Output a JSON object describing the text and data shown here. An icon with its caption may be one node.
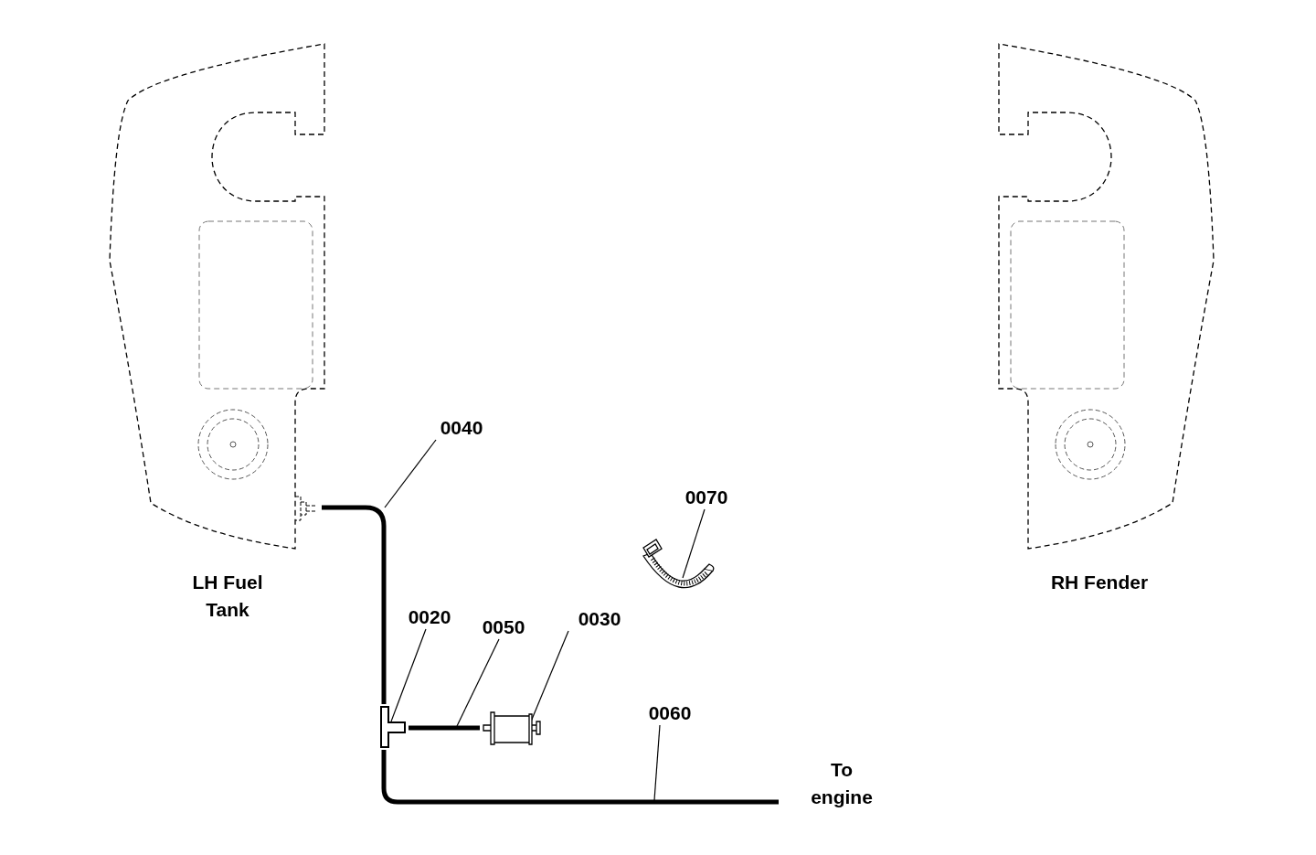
{
  "diagram": {
    "nodes": [
      {
        "text": [
          "0040"
        ]
      },
      {
        "text": [
          "0020"
        ]
      },
      {
        "text": [
          "0050"
        ]
      },
      {
        "text": [
          "0030"
        ]
      },
      {
        "text": [
          "0060"
        ]
      },
      {
        "text": [
          "0070"
        ]
      },
      {
        "text": [],
        "shape": "line"
      },
      {
        "text": [],
        "shape": "picture"
      },
      {
        "text": [],
        "shape": "line"
      },
      {
        "text": [],
        "shape": "picture"
      },
      {
        "text": [],
        "shape": "line"
      },
      {
        "text": [],
        "shape": "picture"
      }
    ],
    "edges": [
      {
        "from": 0,
        "to": 6,
        "arrow": "none"
      },
      {
        "from": 1,
        "to": 7,
        "arrow": "none"
      },
      {
        "from": 2,
        "to": 8,
        "arrow": "none"
      },
      {
        "from": 3,
        "to": 9,
        "arrow": "none"
      },
      {
        "from": 4,
        "to": 10,
        "arrow": "none"
      },
      {
        "from": 5,
        "to": 11,
        "arrow": "none"
      }
    ],
    "labels": [
      "LH Fuel Tank",
      "RH Fender",
      "To engine"
    ]
  }
}
